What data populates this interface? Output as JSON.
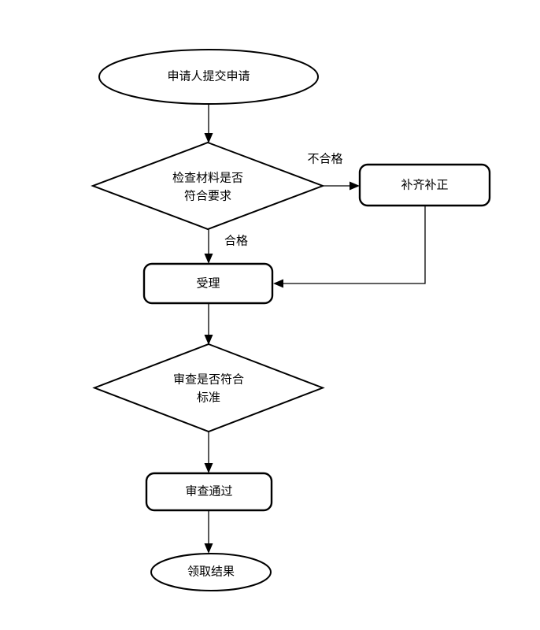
{
  "diagram": {
    "type": "flowchart",
    "orientation": "top-to-bottom",
    "title_visible": false,
    "background_color": "#ffffff",
    "line_color": "#000000",
    "text_color": "#000000",
    "nodes": [
      {
        "id": "submit",
        "shape": "ellipse",
        "role": "start-terminator",
        "label": "申请人提交申请"
      },
      {
        "id": "check-materials",
        "shape": "diamond",
        "role": "decision",
        "label_line1": "检查材料是否",
        "label_line2": "符合要求"
      },
      {
        "id": "supplement",
        "shape": "rounded-rectangle",
        "role": "process",
        "label": "补齐补正"
      },
      {
        "id": "accept",
        "shape": "rounded-rectangle",
        "role": "process",
        "label": "受理"
      },
      {
        "id": "review-standard",
        "shape": "diamond",
        "role": "decision",
        "label_line1": "审查是否符合",
        "label_line2": "标准"
      },
      {
        "id": "review-passed",
        "shape": "rounded-rectangle",
        "role": "process",
        "label": "审查通过"
      },
      {
        "id": "collect-result",
        "shape": "ellipse",
        "role": "end-terminator",
        "label": "领取结果"
      }
    ],
    "edges": [
      {
        "id": "submit-to-check",
        "from": "submit",
        "to": "check-materials",
        "label": ""
      },
      {
        "id": "check-to-supplement",
        "from": "check-materials",
        "to": "supplement",
        "label": "不合格"
      },
      {
        "id": "check-to-accept",
        "from": "check-materials",
        "to": "accept",
        "label": "合格"
      },
      {
        "id": "supplement-to-accept",
        "from": "supplement",
        "to": "accept",
        "label": ""
      },
      {
        "id": "accept-to-review",
        "from": "accept",
        "to": "review-standard",
        "label": ""
      },
      {
        "id": "review-to-passed",
        "from": "review-standard",
        "to": "review-passed",
        "label": ""
      },
      {
        "id": "passed-to-collect",
        "from": "review-passed",
        "to": "collect-result",
        "label": ""
      }
    ]
  }
}
